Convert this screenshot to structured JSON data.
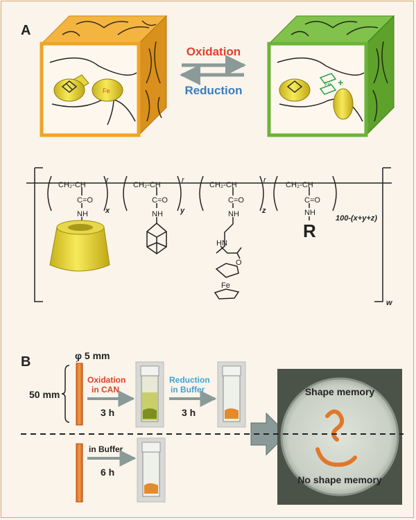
{
  "panelA": {
    "label": "A",
    "oxidation": "Oxidation",
    "reduction": "Reduction",
    "fe_plus": "+",
    "fe_label": "Fe",
    "subscripts": {
      "x": "x",
      "y": "y",
      "z": "z",
      "last": "100-(x+y+z)",
      "w": "w",
      "r": "r"
    },
    "backbone": "CH₂-CH",
    "carbonyl": "C=O",
    "amide": "NH",
    "amide_last": "NH",
    "linker_nh": "HN",
    "carbonyl_o": "O",
    "ferrocene_fe": "Fe",
    "r_group": "R"
  },
  "panelB": {
    "label": "B",
    "diameter": "φ 5 mm",
    "length": "50 mm",
    "step1_line1": "Oxidation",
    "step1_line2": "in CAN",
    "step1_time": "3 h",
    "step2_line1": "Reduction",
    "step2_line2": "in Buffer",
    "step2_time": "3 h",
    "control_label": "in Buffer",
    "control_time": "6 h",
    "shape_memory": "Shape memory",
    "no_shape_memory": "No shape memory"
  },
  "colors": {
    "oxidation": "#e0412a",
    "reduction": "#3a7cc0",
    "cube_orange": "#f0a426",
    "cube_green": "#6cb33a",
    "rod": "#f0781e",
    "arrow_gray": "#8a9a98"
  }
}
